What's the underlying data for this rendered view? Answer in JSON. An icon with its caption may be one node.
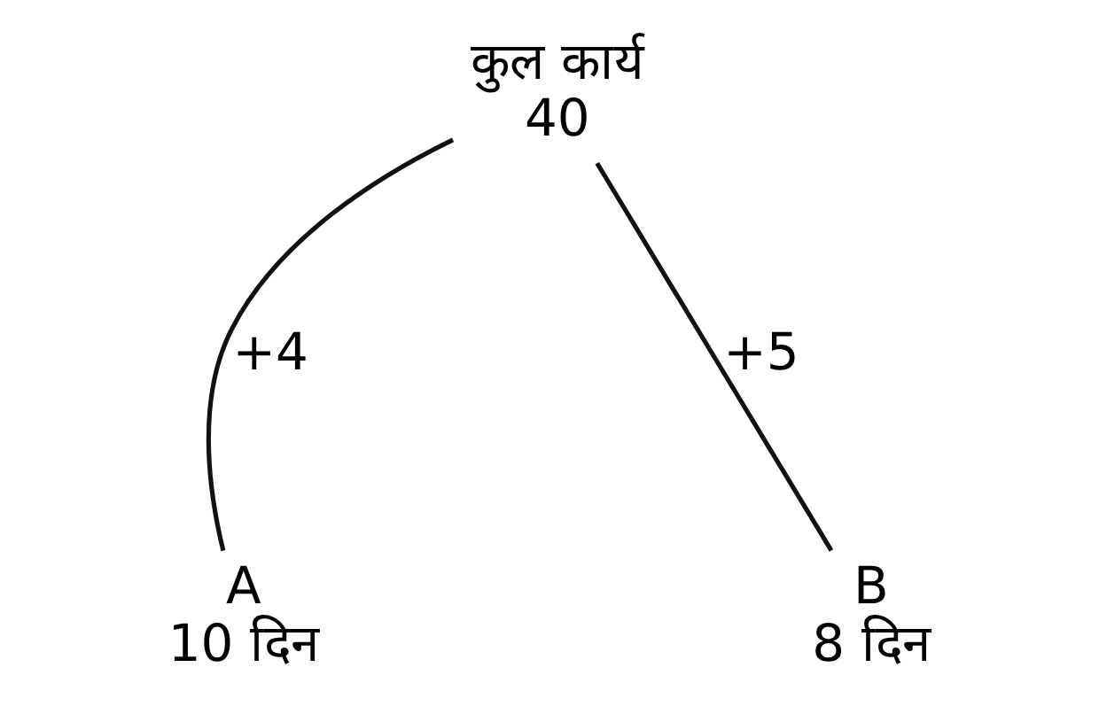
{
  "diagram": {
    "nodes": [
      {
        "text": [
          "कुल कार्य",
          "40"
        ]
      },
      {
        "text": [
          "A",
          "10 दिन"
        ]
      },
      {
        "text": [
          "B",
          "8 दिन"
        ]
      }
    ],
    "edges": [
      {
        "from": 0,
        "to": 1,
        "arrow": "none",
        "label": "+4"
      },
      {
        "from": 0,
        "to": 2,
        "arrow": "none",
        "label": "+5"
      }
    ]
  }
}
